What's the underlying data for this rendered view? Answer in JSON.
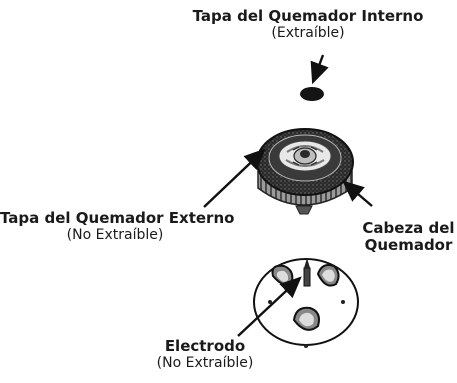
{
  "labels": {
    "inner_cap": {
      "name": "Tapa del Quemador Interno",
      "note": "(Extraíble)"
    },
    "outer_cap": {
      "name": "Tapa del Quemador Externo",
      "note": "(No Extraíble)"
    },
    "burner_head": {
      "line1": "Cabeza del",
      "line2": "Quemador"
    },
    "electrode": {
      "name": "Electrodo",
      "note": "(No Extraíble)"
    }
  }
}
